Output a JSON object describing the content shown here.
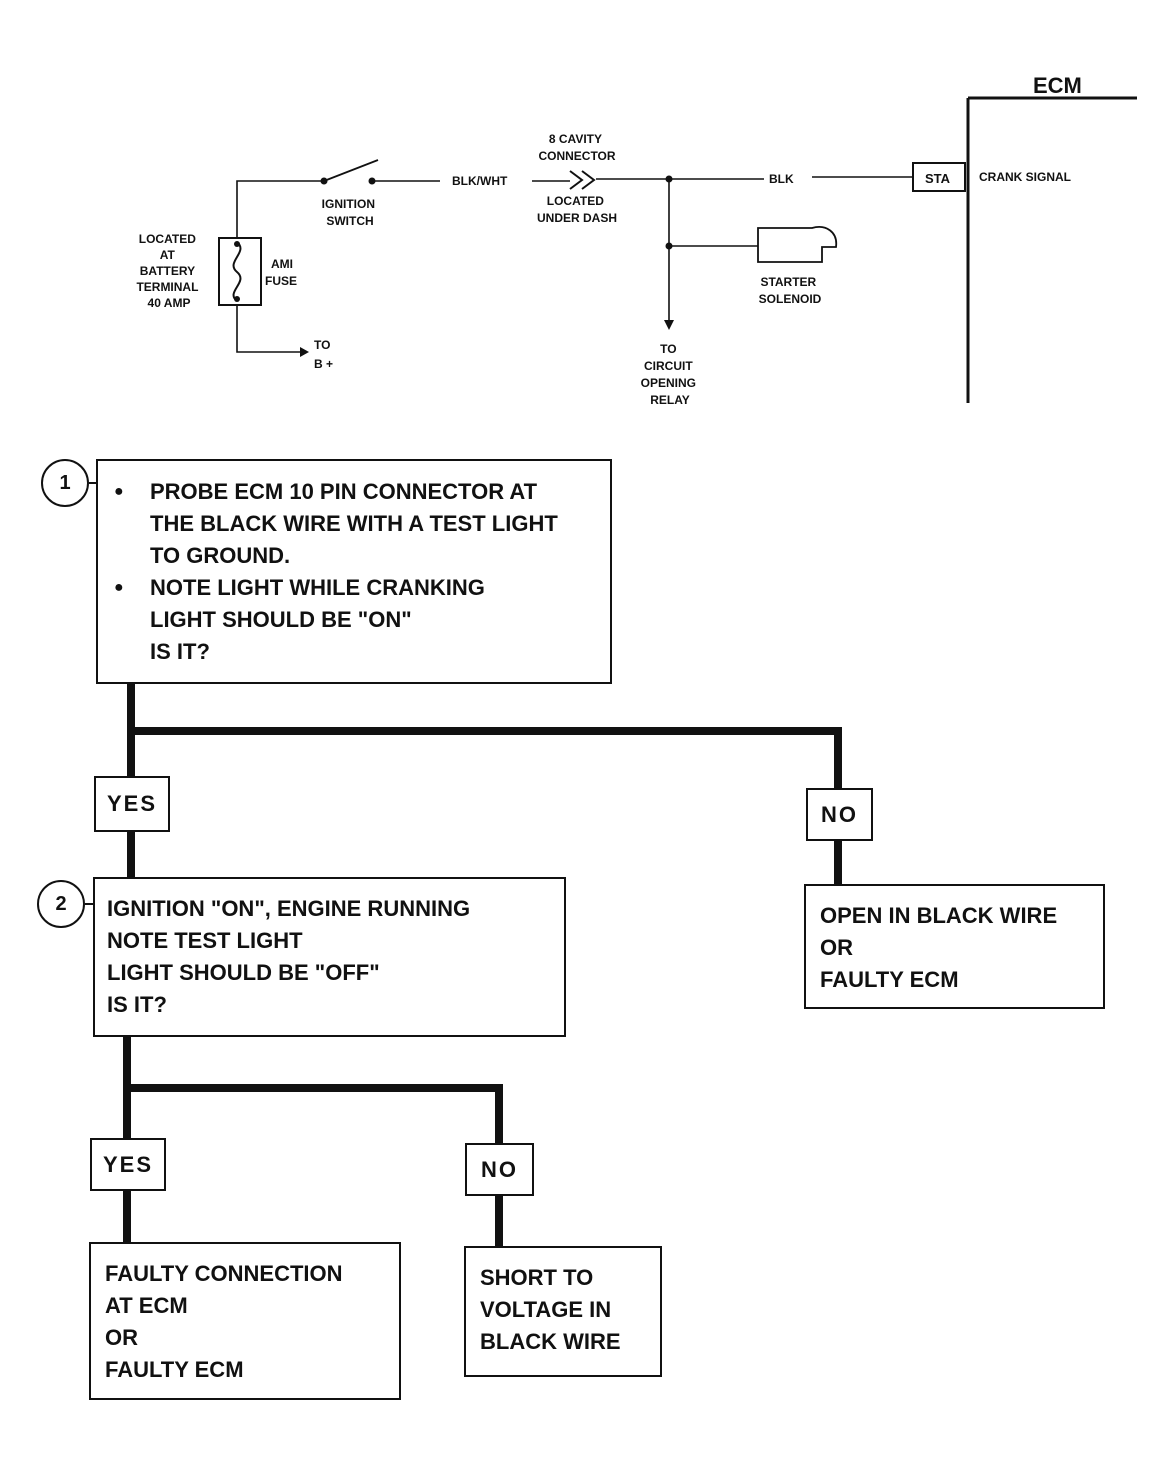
{
  "schematic": {
    "ecm_title": "ECM",
    "sta_pin": "STA",
    "crank_signal": "CRANK SIGNAL",
    "fuse_location": [
      "LOCATED",
      "AT",
      "BATTERY",
      "TERMINAL",
      "40 AMP"
    ],
    "fuse_label": [
      "AMI",
      "FUSE"
    ],
    "to_b_plus": [
      "TO",
      "B +"
    ],
    "ignition_switch": [
      "IGNITION",
      "SWITCH"
    ],
    "wire_blk_wht": "BLK/WHT",
    "connector_name": [
      "8 CAVITY",
      "CONNECTOR"
    ],
    "connector_location": [
      "LOCATED",
      "UNDER DASH"
    ],
    "wire_blk": "BLK",
    "starter_solenoid": [
      "STARTER",
      "SOLENOID"
    ],
    "to_relay": [
      "TO",
      "CIRCUIT",
      "OPENING",
      "RELAY"
    ]
  },
  "flow": {
    "step1_number": "1",
    "step1_bullet1": [
      "PROBE ECM 10 PIN CONNECTOR AT",
      "THE BLACK WIRE WITH A TEST LIGHT",
      "TO GROUND."
    ],
    "step1_bullet2": [
      "NOTE LIGHT WHILE CRANKING",
      "LIGHT SHOULD BE \"ON\"",
      "IS IT?"
    ],
    "yes1": "YES",
    "no1": "NO",
    "result_no1": [
      "OPEN IN BLACK WIRE",
      "OR",
      "FAULTY ECM"
    ],
    "step2_number": "2",
    "step2_text": [
      "IGNITION \"ON\", ENGINE RUNNING",
      "NOTE TEST LIGHT",
      "LIGHT SHOULD BE \"OFF\"",
      "IS IT?"
    ],
    "yes2": "YES",
    "no2": "NO",
    "result_yes2": [
      "FAULTY CONNECTION",
      "AT ECM",
      "OR",
      "FAULTY ECM"
    ],
    "result_no2": [
      "SHORT TO",
      "VOLTAGE IN",
      "BLACK WIRE"
    ]
  }
}
